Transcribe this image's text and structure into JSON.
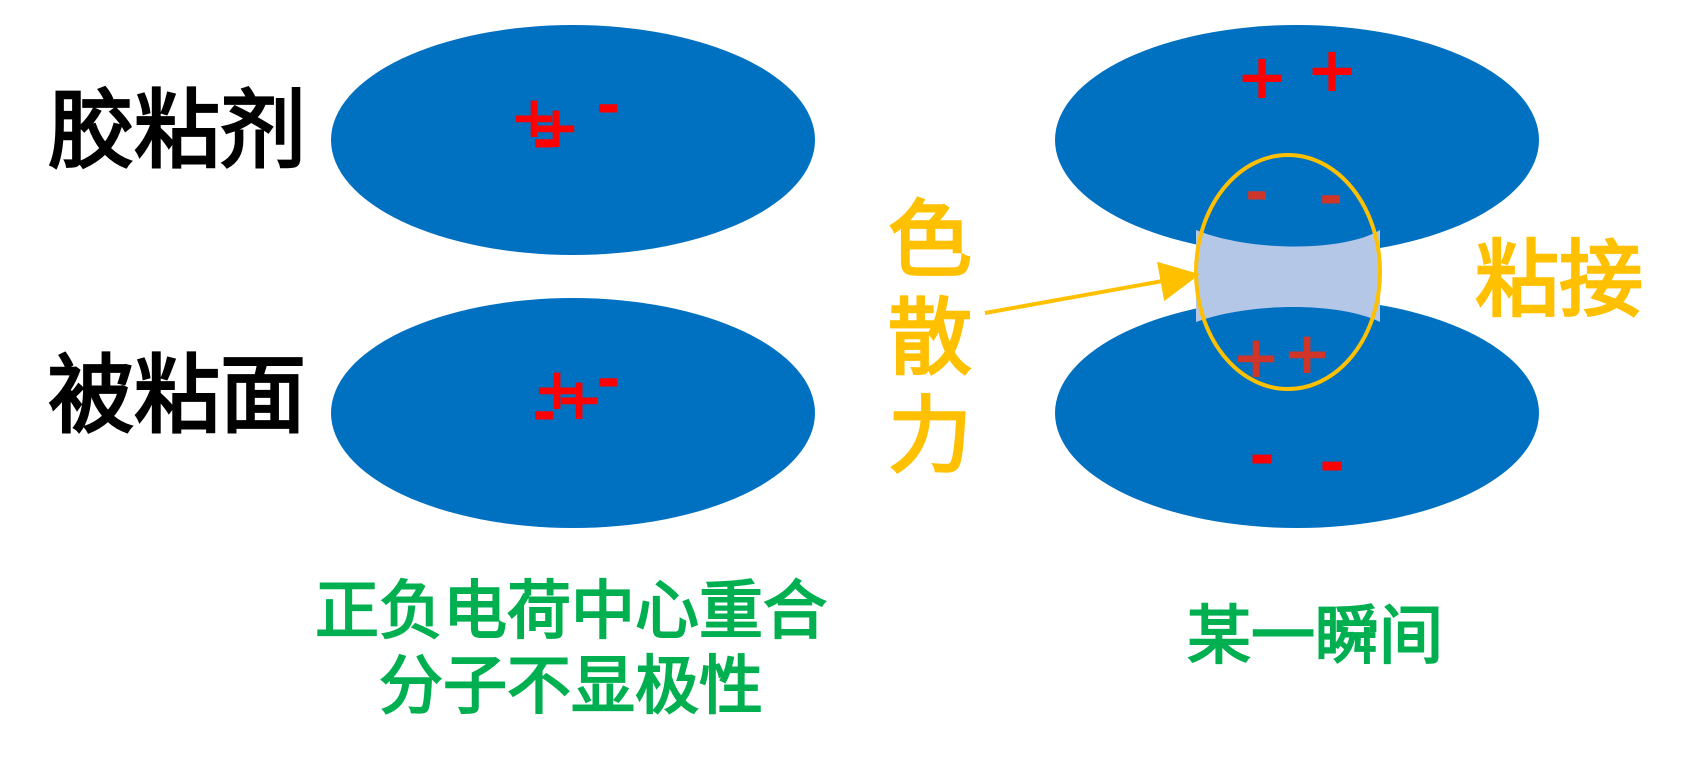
{
  "colors": {
    "molecule_blue": "#0070C0",
    "charge_red": "#FF0000",
    "dim_red": "#D0352A",
    "dispersion_yellow": "#FFC000",
    "caption_green": "#00B050",
    "overlap_fill": "#B4C7E7",
    "text_black": "#000000"
  },
  "labels": {
    "adhesive": "胶粘剂",
    "substrate": "被粘面"
  },
  "captions": {
    "left_line1": "正负电荷中心重合",
    "left_line2": "分子不显极性",
    "right": "某一瞬间"
  },
  "dispersion_force": [
    "色",
    "散",
    "力"
  ],
  "bonding": "粘接",
  "charges": {
    "plus": "+",
    "minus": "-"
  }
}
